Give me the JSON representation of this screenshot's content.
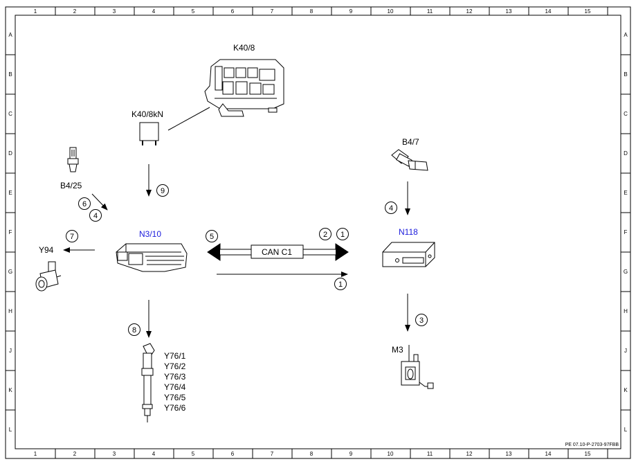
{
  "grid": {
    "columns": [
      "1",
      "2",
      "3",
      "4",
      "5",
      "6",
      "7",
      "8",
      "9",
      "10",
      "11",
      "12",
      "13",
      "14",
      "15"
    ],
    "rows": [
      "A",
      "B",
      "C",
      "D",
      "E",
      "F",
      "G",
      "H",
      "J",
      "K",
      "L"
    ]
  },
  "components": {
    "k40_8": "K40/8",
    "k40_8kn": "K40/8kN",
    "b4_25": "B4/25",
    "b4_7": "B4/7",
    "n3_10": "N3/10",
    "n118": "N118",
    "y94": "Y94",
    "m3": "M3",
    "can": "CAN C1",
    "y76": [
      "Y76/1",
      "Y76/2",
      "Y76/3",
      "Y76/4",
      "Y76/5",
      "Y76/6"
    ]
  },
  "steps": {
    "s9": "9",
    "s6": "6",
    "s4a": "4",
    "s7": "7",
    "s5": "5",
    "s2": "2",
    "s1a": "1",
    "s1b": "1",
    "s4b": "4",
    "s3": "3",
    "s8": "8"
  },
  "footer": "PE 07.10-P-2703-97FBB",
  "colors": {
    "ecu_label": "#1a1adc",
    "line": "#000000"
  }
}
